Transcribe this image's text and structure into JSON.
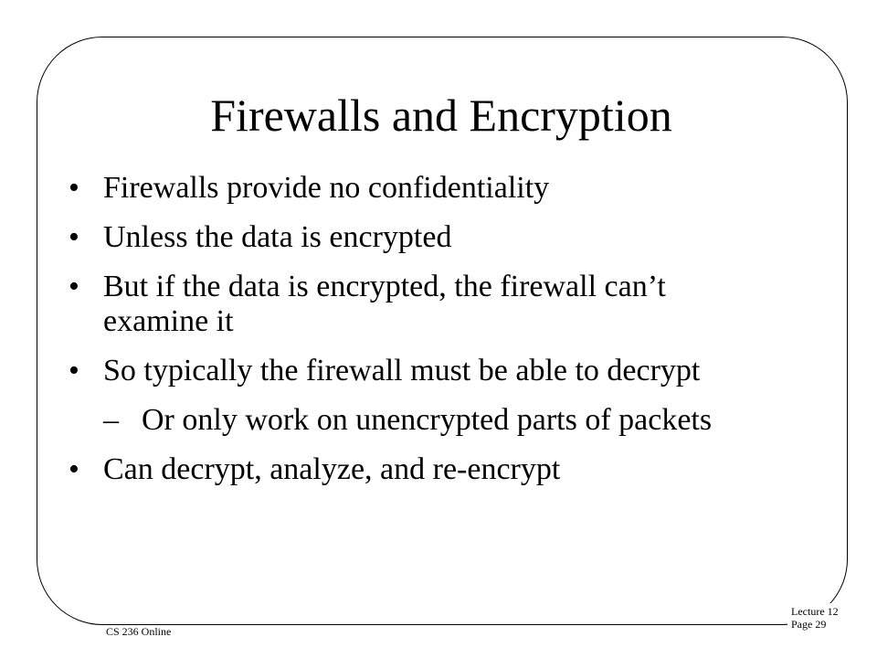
{
  "slide": {
    "title": "Firewalls and Encryption",
    "bullet_marker": "•",
    "sub_marker": "–",
    "bullets": [
      {
        "text": "Firewalls provide no confidentiality"
      },
      {
        "text": "Unless the data is encrypted"
      },
      {
        "text": "But if the data is encrypted, the firewall can’t examine it"
      },
      {
        "text": "So typically the firewall must be able to decrypt"
      },
      {
        "text": "Or only work on unencrypted parts of packets"
      },
      {
        "text": "Can decrypt, analyze, and re-encrypt"
      }
    ]
  },
  "footer": {
    "course": "CS 236 Online",
    "lecture": "Lecture 12",
    "page": "Page 29"
  }
}
